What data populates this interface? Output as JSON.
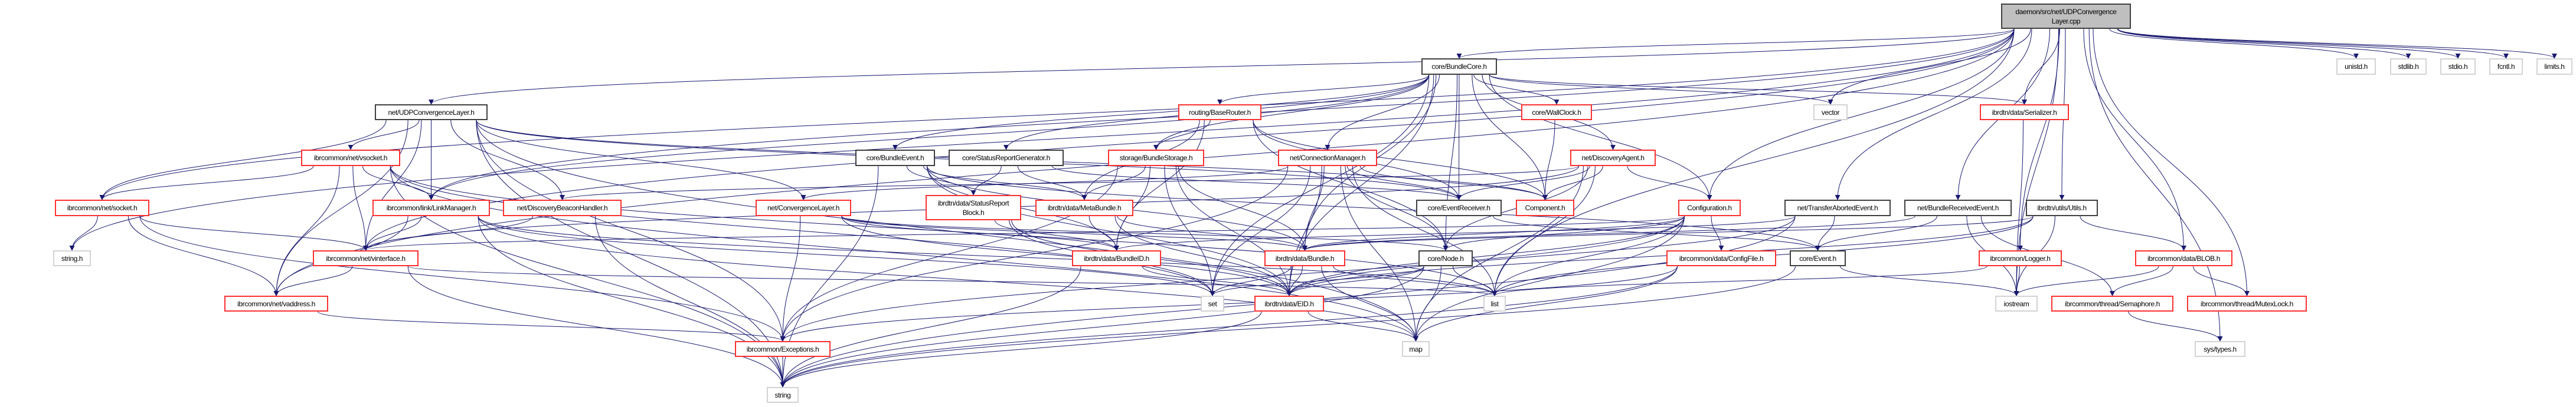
{
  "colors": {
    "edge": "#191970",
    "red_border": "#ff3030",
    "black_border": "#404040",
    "gray_border": "#d3d3d3",
    "root_fill": "#bfbfbf"
  },
  "nodes": [
    {
      "label": "daemon/src/net/UDPConvergence\nLayer.cpp",
      "style": "root"
    },
    {
      "label": "net/UDPConvergenceLayer.h",
      "style": "black"
    },
    {
      "label": "core/BundleCore.h",
      "style": "black"
    },
    {
      "label": "ibrdtn/data/Serializer.h",
      "style": "red"
    },
    {
      "label": "unistd.h",
      "style": "gray"
    },
    {
      "label": "stdlib.h",
      "style": "gray"
    },
    {
      "label": "stdio.h",
      "style": "gray"
    },
    {
      "label": "fcntl.h",
      "style": "gray"
    },
    {
      "label": "limits.h",
      "style": "gray"
    },
    {
      "label": "routing/BaseRouter.h",
      "style": "red"
    },
    {
      "label": "core/WallClock.h",
      "style": "red"
    },
    {
      "label": "vector",
      "style": "gray"
    },
    {
      "label": "ibrcommon/net/vsocket.h",
      "style": "red"
    },
    {
      "label": "core/BundleEvent.h",
      "style": "black"
    },
    {
      "label": "core/StatusReportGenerator.h",
      "style": "black"
    },
    {
      "label": "storage/BundleStorage.h",
      "style": "red"
    },
    {
      "label": "net/ConnectionManager.h",
      "style": "red"
    },
    {
      "label": "net/DiscoveryAgent.h",
      "style": "red"
    },
    {
      "label": "ibrcommon/net/socket.h",
      "style": "red"
    },
    {
      "label": "ibrcommon/link/LinkManager.h",
      "style": "red"
    },
    {
      "label": "net/DiscoveryBeaconHandler.h",
      "style": "red"
    },
    {
      "label": "net/ConvergenceLayer.h",
      "style": "red"
    },
    {
      "label": "ibrdtn/data/StatusReport\nBlock.h",
      "style": "red"
    },
    {
      "label": "ibrdtn/data/MetaBundle.h",
      "style": "red"
    },
    {
      "label": "core/EventReceiver.h",
      "style": "black"
    },
    {
      "label": "Component.h",
      "style": "red"
    },
    {
      "label": "Configuration.h",
      "style": "red"
    },
    {
      "label": "net/TransferAbortedEvent.h",
      "style": "black"
    },
    {
      "label": "net/BundleReceivedEvent.h",
      "style": "black"
    },
    {
      "label": "ibrdtn/utils/Utils.h",
      "style": "black"
    },
    {
      "label": "string.h",
      "style": "gray"
    },
    {
      "label": "ibrcommon/net/vinterface.h",
      "style": "red"
    },
    {
      "label": "ibrdtn/data/BundleID.h",
      "style": "red"
    },
    {
      "label": "ibrdtn/data/Bundle.h",
      "style": "red"
    },
    {
      "label": "core/Node.h",
      "style": "black"
    },
    {
      "label": "ibrcommon/data/ConfigFile.h",
      "style": "red"
    },
    {
      "label": "core/Event.h",
      "style": "black"
    },
    {
      "label": "ibrcommon/Logger.h",
      "style": "red"
    },
    {
      "label": "ibrcommon/data/BLOB.h",
      "style": "red"
    },
    {
      "label": "ibrcommon/net/vaddress.h",
      "style": "red"
    },
    {
      "label": "set",
      "style": "gray"
    },
    {
      "label": "ibrdtn/data/EID.h",
      "style": "red"
    },
    {
      "label": "list",
      "style": "gray"
    },
    {
      "label": "iostream",
      "style": "gray"
    },
    {
      "label": "ibrcommon/thread/Semaphore.h",
      "style": "red"
    },
    {
      "label": "ibrcommon/thread/MutexLock.h",
      "style": "red"
    },
    {
      "label": "ibrcommon/Exceptions.h",
      "style": "red"
    },
    {
      "label": "map",
      "style": "gray"
    },
    {
      "label": "sys/types.h",
      "style": "gray"
    },
    {
      "label": "string",
      "style": "gray"
    }
  ],
  "edges": [
    [
      0,
      1
    ],
    [
      0,
      2
    ],
    [
      0,
      3
    ],
    [
      0,
      4
    ],
    [
      0,
      5
    ],
    [
      0,
      6
    ],
    [
      0,
      7
    ],
    [
      0,
      8
    ],
    [
      0,
      11
    ],
    [
      0,
      18
    ],
    [
      0,
      30
    ],
    [
      0,
      31
    ],
    [
      0,
      39
    ],
    [
      0,
      19
    ],
    [
      0,
      26
    ],
    [
      0,
      27
    ],
    [
      0,
      28
    ],
    [
      0,
      29
    ],
    [
      0,
      37
    ],
    [
      0,
      38
    ],
    [
      0,
      45
    ],
    [
      0,
      48
    ],
    [
      0,
      43
    ],
    [
      0,
      42
    ],
    [
      1,
      12
    ],
    [
      1,
      18
    ],
    [
      1,
      19
    ],
    [
      1,
      20
    ],
    [
      1,
      21
    ],
    [
      1,
      24
    ],
    [
      1,
      25
    ],
    [
      1,
      31
    ],
    [
      1,
      39
    ],
    [
      1,
      46
    ],
    [
      1,
      49
    ],
    [
      1,
      47
    ],
    [
      12,
      18
    ],
    [
      12,
      31
    ],
    [
      12,
      39
    ],
    [
      12,
      19
    ],
    [
      12,
      47
    ],
    [
      12,
      40
    ],
    [
      12,
      42
    ],
    [
      12,
      49
    ],
    [
      18,
      30
    ],
    [
      18,
      31
    ],
    [
      18,
      39
    ],
    [
      18,
      46
    ],
    [
      19,
      31
    ],
    [
      19,
      39
    ],
    [
      19,
      49
    ],
    [
      19,
      40
    ],
    [
      19,
      42
    ],
    [
      19,
      47
    ],
    [
      20,
      31
    ],
    [
      20,
      49
    ],
    [
      31,
      39
    ],
    [
      31,
      49
    ],
    [
      31,
      42
    ],
    [
      39,
      46
    ],
    [
      46,
      49
    ],
    [
      2,
      9
    ],
    [
      2,
      10
    ],
    [
      2,
      11
    ],
    [
      2,
      16
    ],
    [
      2,
      17
    ],
    [
      2,
      24
    ],
    [
      2,
      25
    ],
    [
      2,
      26
    ],
    [
      2,
      13
    ],
    [
      2,
      14
    ],
    [
      2,
      15
    ],
    [
      2,
      3
    ],
    [
      2,
      19
    ],
    [
      2,
      40
    ],
    [
      2,
      34
    ],
    [
      2,
      41
    ],
    [
      2,
      33
    ],
    [
      9,
      15
    ],
    [
      9,
      23
    ],
    [
      9,
      32
    ],
    [
      9,
      25
    ],
    [
      9,
      24
    ],
    [
      9,
      34
    ],
    [
      13,
      22
    ],
    [
      13,
      23
    ],
    [
      13,
      32
    ],
    [
      13,
      36
    ],
    [
      13,
      41
    ],
    [
      13,
      33
    ],
    [
      13,
      49
    ],
    [
      14,
      22
    ],
    [
      14,
      23
    ],
    [
      14,
      24
    ],
    [
      15,
      23
    ],
    [
      15,
      32
    ],
    [
      15,
      40
    ],
    [
      15,
      33
    ],
    [
      15,
      41
    ],
    [
      15,
      46
    ],
    [
      16,
      21
    ],
    [
      16,
      24
    ],
    [
      16,
      25
    ],
    [
      16,
      34
    ],
    [
      16,
      40
    ],
    [
      16,
      42
    ],
    [
      16,
      47
    ],
    [
      16,
      46
    ],
    [
      16,
      41
    ],
    [
      16,
      33
    ],
    [
      17,
      24
    ],
    [
      17,
      25
    ],
    [
      17,
      26
    ],
    [
      17,
      20
    ],
    [
      17,
      34
    ],
    [
      17,
      42
    ],
    [
      17,
      47
    ],
    [
      17,
      31
    ],
    [
      10,
      25
    ],
    [
      21,
      46
    ],
    [
      21,
      32
    ],
    [
      21,
      33
    ],
    [
      21,
      34
    ],
    [
      21,
      41
    ],
    [
      22,
      32
    ],
    [
      22,
      41
    ],
    [
      22,
      40
    ],
    [
      23,
      32
    ],
    [
      23,
      33
    ],
    [
      23,
      41
    ],
    [
      32,
      41
    ],
    [
      32,
      49
    ],
    [
      33,
      41
    ],
    [
      33,
      47
    ],
    [
      33,
      42
    ],
    [
      33,
      40
    ],
    [
      41,
      49
    ],
    [
      41,
      47
    ],
    [
      26,
      35
    ],
    [
      26,
      34
    ],
    [
      26,
      42
    ],
    [
      26,
      47
    ],
    [
      26,
      31
    ],
    [
      26,
      33
    ],
    [
      26,
      41
    ],
    [
      26,
      46
    ],
    [
      34,
      41
    ],
    [
      34,
      42
    ],
    [
      34,
      40
    ],
    [
      34,
      49
    ],
    [
      34,
      47
    ],
    [
      35,
      47
    ],
    [
      35,
      49
    ],
    [
      35,
      46
    ],
    [
      27,
      36
    ],
    [
      27,
      41
    ],
    [
      27,
      32
    ],
    [
      27,
      49
    ],
    [
      28,
      36
    ],
    [
      28,
      33
    ],
    [
      28,
      44
    ],
    [
      28,
      43
    ],
    [
      29,
      38
    ],
    [
      29,
      33
    ],
    [
      29,
      41
    ],
    [
      29,
      42
    ],
    [
      29,
      43
    ],
    [
      36,
      49
    ],
    [
      36,
      43
    ],
    [
      3,
      43
    ],
    [
      37,
      43
    ],
    [
      37,
      42
    ],
    [
      38,
      43
    ],
    [
      38,
      44
    ],
    [
      38,
      45
    ],
    [
      44,
      48
    ],
    [
      24,
      36
    ]
  ]
}
